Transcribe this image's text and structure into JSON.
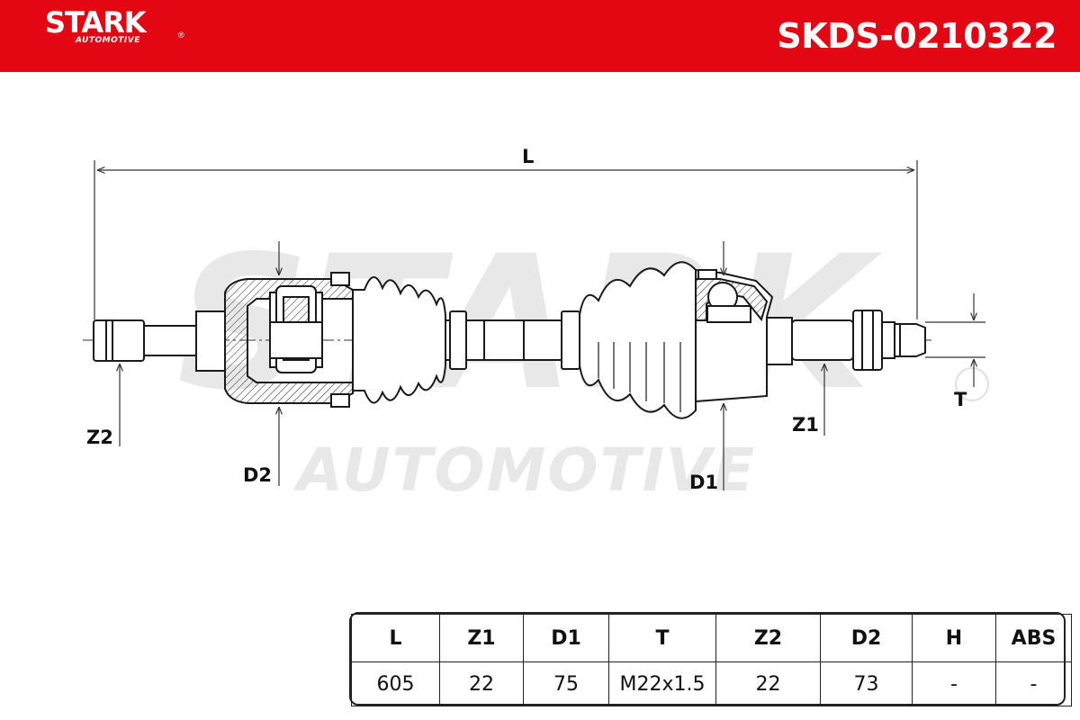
{
  "header": {
    "brand": "STARK",
    "brand_sub": "AUTOMOTIVE",
    "brand_reg": "®",
    "part_number": "SKDS-0210322",
    "background_color": "#e30613"
  },
  "watermark": {
    "line1": "STARK",
    "line2": "AUTOMOTIVE"
  },
  "dimension_labels": {
    "L": "L",
    "Z1": "Z1",
    "Z2": "Z2",
    "D1": "D1",
    "D2": "D2",
    "T": "T"
  },
  "spec_table": {
    "headers": [
      "L",
      "Z1",
      "D1",
      "T",
      "Z2",
      "D2",
      "H",
      "ABS"
    ],
    "values": [
      "605",
      "22",
      "75",
      "M22x1.5",
      "22",
      "73",
      "-",
      "-"
    ]
  }
}
